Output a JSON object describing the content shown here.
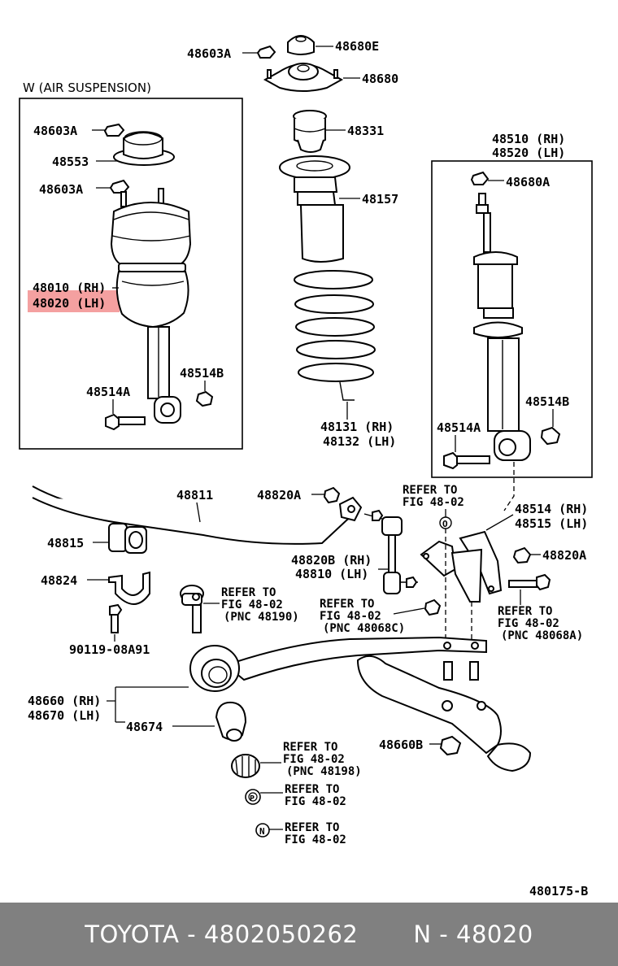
{
  "diagram": {
    "section_title": "W (AIR SUSPENSION)",
    "figure_code": "480175-B",
    "labels": {
      "l48603a_top": "48603A",
      "l48680e": "48680E",
      "l48680": "48680",
      "l48331": "48331",
      "l48157": "48157",
      "l48131": "48131 (RH)",
      "l48132": "48132 (LH)",
      "l48510": "48510 (RH)",
      "l48520": "48520 (LH)",
      "l48680a": "48680A",
      "l48514b_right": "48514B",
      "l48514a_right": "48514A",
      "l48603a_box1": "48603A",
      "l48553": "48553",
      "l48603a_box2": "48603A",
      "l48010": "48010 (RH)",
      "l48020": "48020 (LH)",
      "l48514b_left": "48514B",
      "l48514a_left": "48514A",
      "l48811": "48811",
      "l48820a_top": "48820A",
      "l48815": "48815",
      "l48824": "48824",
      "l90119": "90119-08A91",
      "l48820b": "48820B (RH)",
      "l48810": "48810 (LH)",
      "l48514_rh": "48514 (RH)",
      "l48515_lh": "48515 (LH)",
      "l48820a_right": "48820A",
      "l48660": "48660 (RH)",
      "l48670": "48670 (LH)",
      "l48674": "48674",
      "l48660b": "48660B"
    },
    "refs": {
      "r1_a": "REFER TO",
      "r1_b": "FIG 48-02",
      "r2_a": "REFER TO",
      "r2_b": "FIG 48-02",
      "r2_c": "(PNC 48190)",
      "r3_a": "REFER TO",
      "r3_b": "FIG 48-02",
      "r3_c": "(PNC 48068C)",
      "r4_a": "REFER TO",
      "r4_b": "FIG 48-02",
      "r4_c": "(PNC 48068A)",
      "r5_a": "REFER TO",
      "r5_b": "FIG 48-02",
      "r5_c": "(PNC 48198)",
      "r6_a": "REFER TO",
      "r6_b": "FIG 48-02",
      "r7_a": "REFER TO",
      "r7_b": "FIG 48-02"
    },
    "markers": {
      "o": "O",
      "p": "P",
      "n": "N"
    },
    "highlight_color": "#f4a0a0"
  },
  "footer": {
    "text": "TOYOTA - 4802050262       N - 48020"
  }
}
